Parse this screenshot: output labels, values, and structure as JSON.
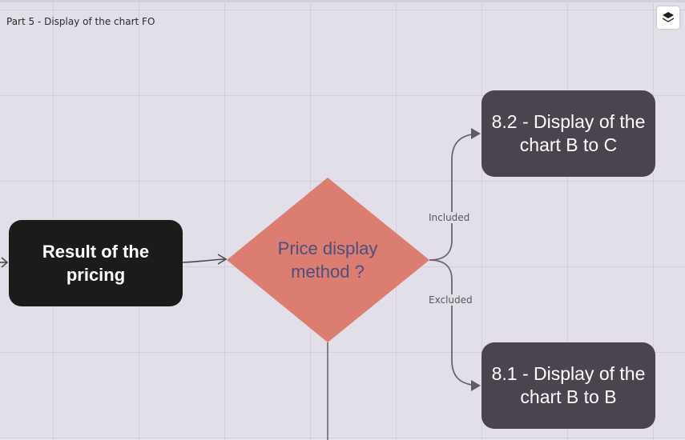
{
  "frame": {
    "title": "Part 5 - Display of the chart FO"
  },
  "toolbar": {
    "layers_icon": "layers-icon"
  },
  "nodes": {
    "result": {
      "label": "Result of the pricing",
      "color": "#1b1b1b"
    },
    "decision": {
      "label": "Price display method ?",
      "color": "#db7e71",
      "text_color": "#4b4f7e"
    },
    "display_b_to_c": {
      "label": "8.2 - Display of the chart B to C",
      "color": "#4b444f"
    },
    "display_b_to_b": {
      "label": "8.1 - Display of the chart B to B",
      "color": "#4b444f"
    }
  },
  "edges": {
    "included": "Included",
    "excluded": "Excluded"
  },
  "colors": {
    "canvas": "#e3dfe9",
    "connector": "#4a4a4a",
    "branch_connector": "#6a6670"
  }
}
